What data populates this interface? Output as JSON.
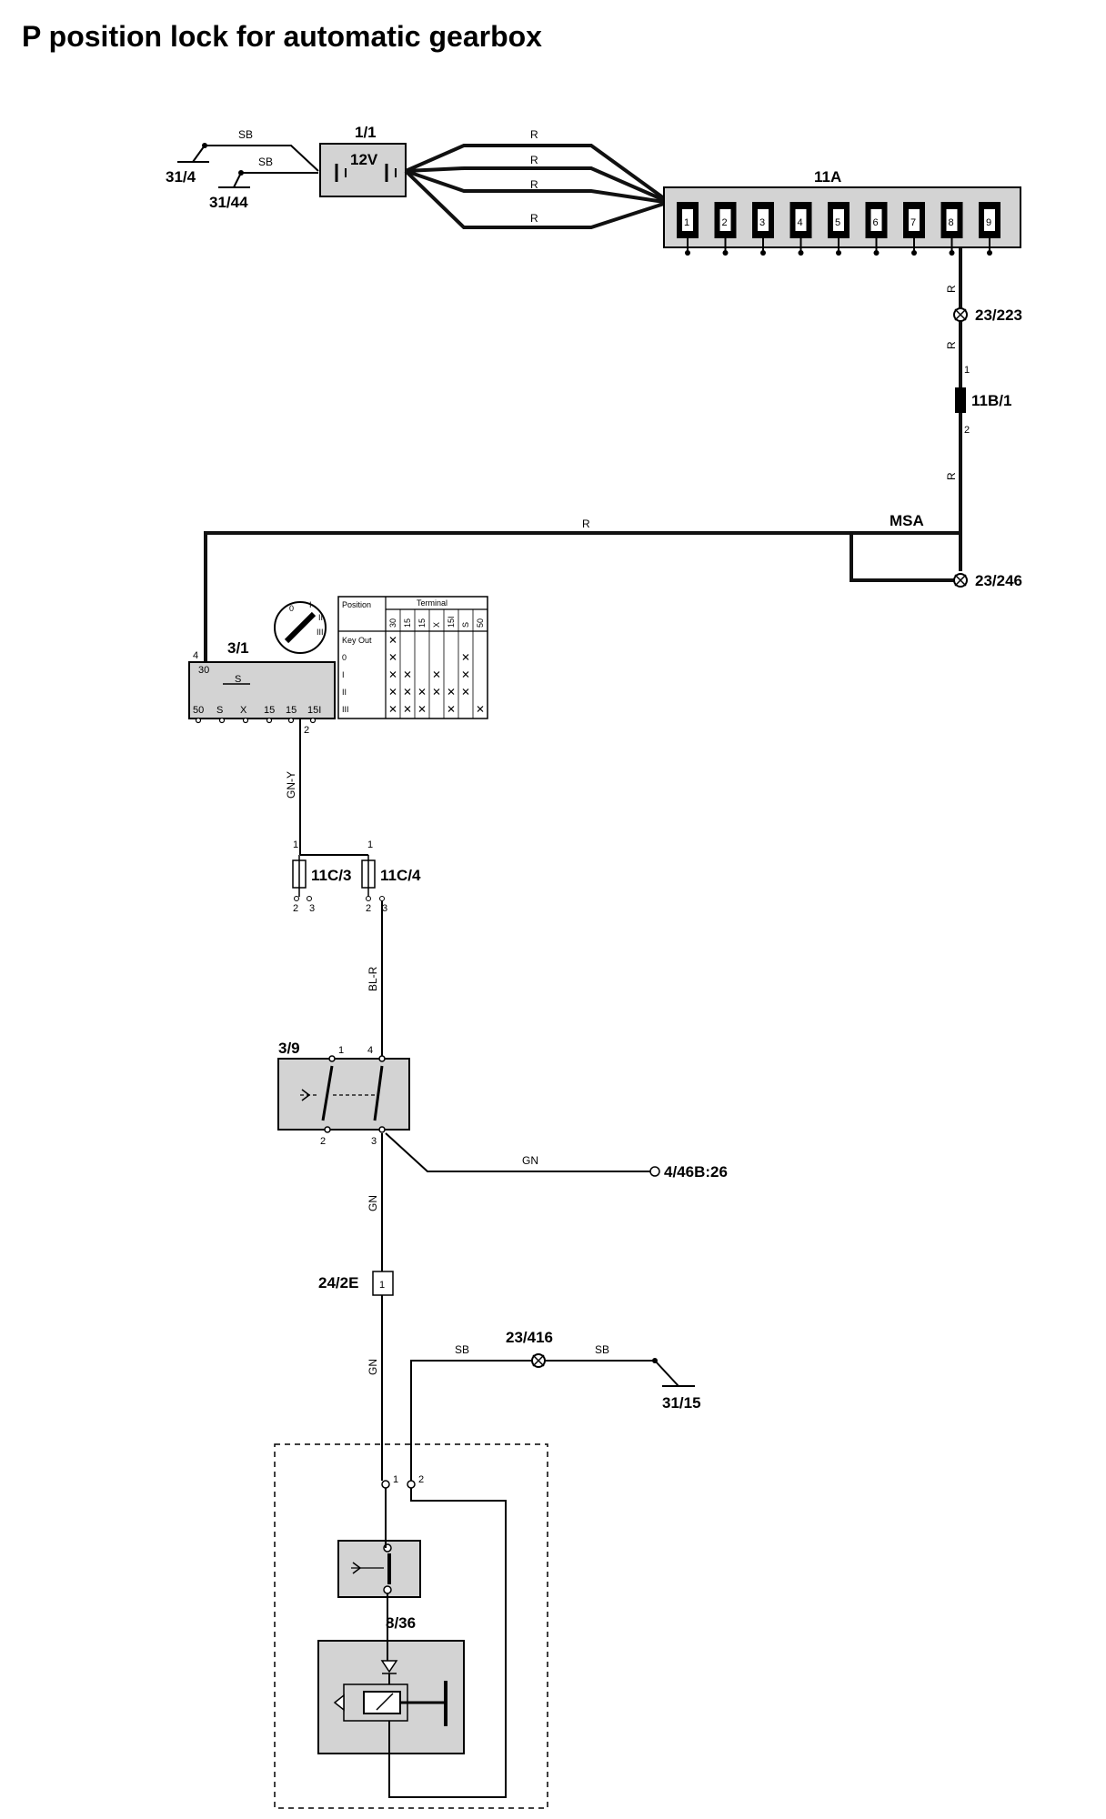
{
  "title": "P position lock for automatic gearbox",
  "components": {
    "battery": {
      "id": "1/1",
      "voltage": "12V"
    },
    "fusebox": {
      "id": "11A",
      "fuses": [
        "1",
        "2",
        "3",
        "4",
        "5",
        "6",
        "7",
        "8",
        "9"
      ]
    },
    "ignition_switch": {
      "id": "3/1",
      "top_pin": "4",
      "top_terminal": "30",
      "inner_label": "S",
      "terminals": [
        "50",
        "S",
        "X",
        "15",
        "15",
        "15I"
      ],
      "out_pin": "2"
    },
    "key_table": {
      "position_header": "Position",
      "terminal_header": "Terminal",
      "columns": [
        "30",
        "15",
        "15",
        "X",
        "15I",
        "S",
        "50"
      ],
      "rows": [
        {
          "label": "Key Out",
          "marks": [
            true,
            false,
            false,
            false,
            false,
            false,
            false
          ]
        },
        {
          "label": "0",
          "marks": [
            true,
            false,
            false,
            false,
            false,
            true,
            false
          ]
        },
        {
          "label": "I",
          "marks": [
            true,
            true,
            false,
            true,
            false,
            true,
            false
          ]
        },
        {
          "label": "II",
          "marks": [
            true,
            true,
            true,
            true,
            true,
            true,
            false
          ]
        },
        {
          "label": "III",
          "marks": [
            true,
            true,
            true,
            false,
            true,
            false,
            true
          ]
        }
      ]
    },
    "fuse_11c3": {
      "id": "11C/3",
      "pins": [
        "1",
        "2",
        "3"
      ]
    },
    "fuse_11c4": {
      "id": "11C/4",
      "pins": [
        "1",
        "2",
        "3"
      ]
    },
    "fuse_11b1": {
      "id": "11B/1",
      "pins": [
        "1",
        "2"
      ]
    },
    "brake_switch": {
      "id": "3/9",
      "pins": [
        "1",
        "4",
        "2",
        "3"
      ]
    },
    "connector": {
      "id": "24/2E",
      "pin": "1"
    },
    "solenoid": {
      "id": "8/36",
      "pins": [
        "1",
        "2"
      ]
    }
  },
  "grounds": [
    "31/4",
    "31/44",
    "31/15"
  ],
  "splices": [
    "23/223",
    "23/246",
    "23/416"
  ],
  "ext_connection": "4/46B:26",
  "msa_label": "MSA",
  "wires": {
    "sb1": "SB",
    "sb2": "SB",
    "r1": "R",
    "r2": "R",
    "r3": "R",
    "r4": "R",
    "r_v1": "R",
    "r_v2": "R",
    "r_v3": "R",
    "r_h": "R",
    "gn_y": "GN-Y",
    "bl_r": "BL-R",
    "gn_out": "GN",
    "gn_v1": "GN",
    "gn_v2": "GN",
    "sb3": "SB",
    "sb4": "SB"
  }
}
